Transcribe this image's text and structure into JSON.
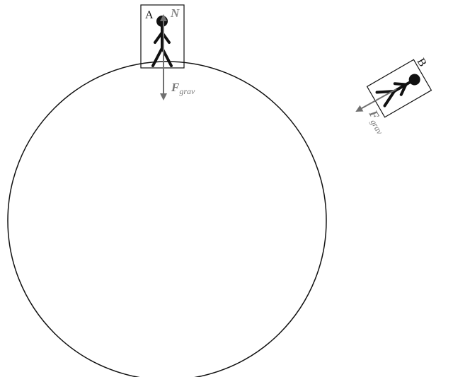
{
  "person_a": {
    "box_label": "A",
    "normal_force_symbol": "N"
  },
  "person_b": {
    "box_label": "B"
  },
  "gravity_force": {
    "symbol": "F",
    "subscript": "grav"
  },
  "colors": {
    "ink": "#111111",
    "arrow": "#707070",
    "background": "#ffffff"
  }
}
